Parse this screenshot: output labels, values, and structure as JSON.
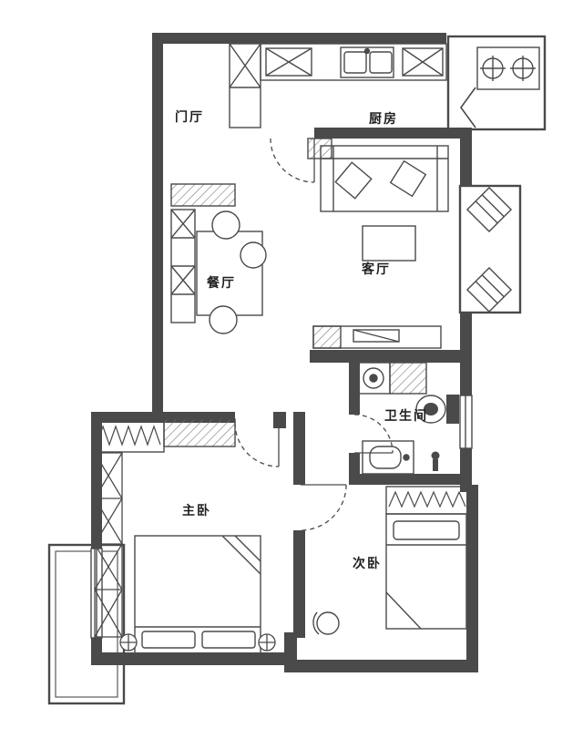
{
  "plan_title": "apartment-floor-plan",
  "colors": {
    "wall": "#4a4a4a",
    "line": "#4a4a4a",
    "hatch": "#7a7a7a",
    "background": "#ffffff",
    "text": "#1e1e1e"
  },
  "rooms": [
    {
      "id": "foyer",
      "label": "门厅"
    },
    {
      "id": "kitchen",
      "label": "厨房"
    },
    {
      "id": "dining-room",
      "label": "餐厅"
    },
    {
      "id": "living-room",
      "label": "客厅"
    },
    {
      "id": "bathroom",
      "label": "卫生间"
    },
    {
      "id": "master-bedroom",
      "label": "主卧"
    },
    {
      "id": "second-bedroom",
      "label": "次卧"
    }
  ]
}
